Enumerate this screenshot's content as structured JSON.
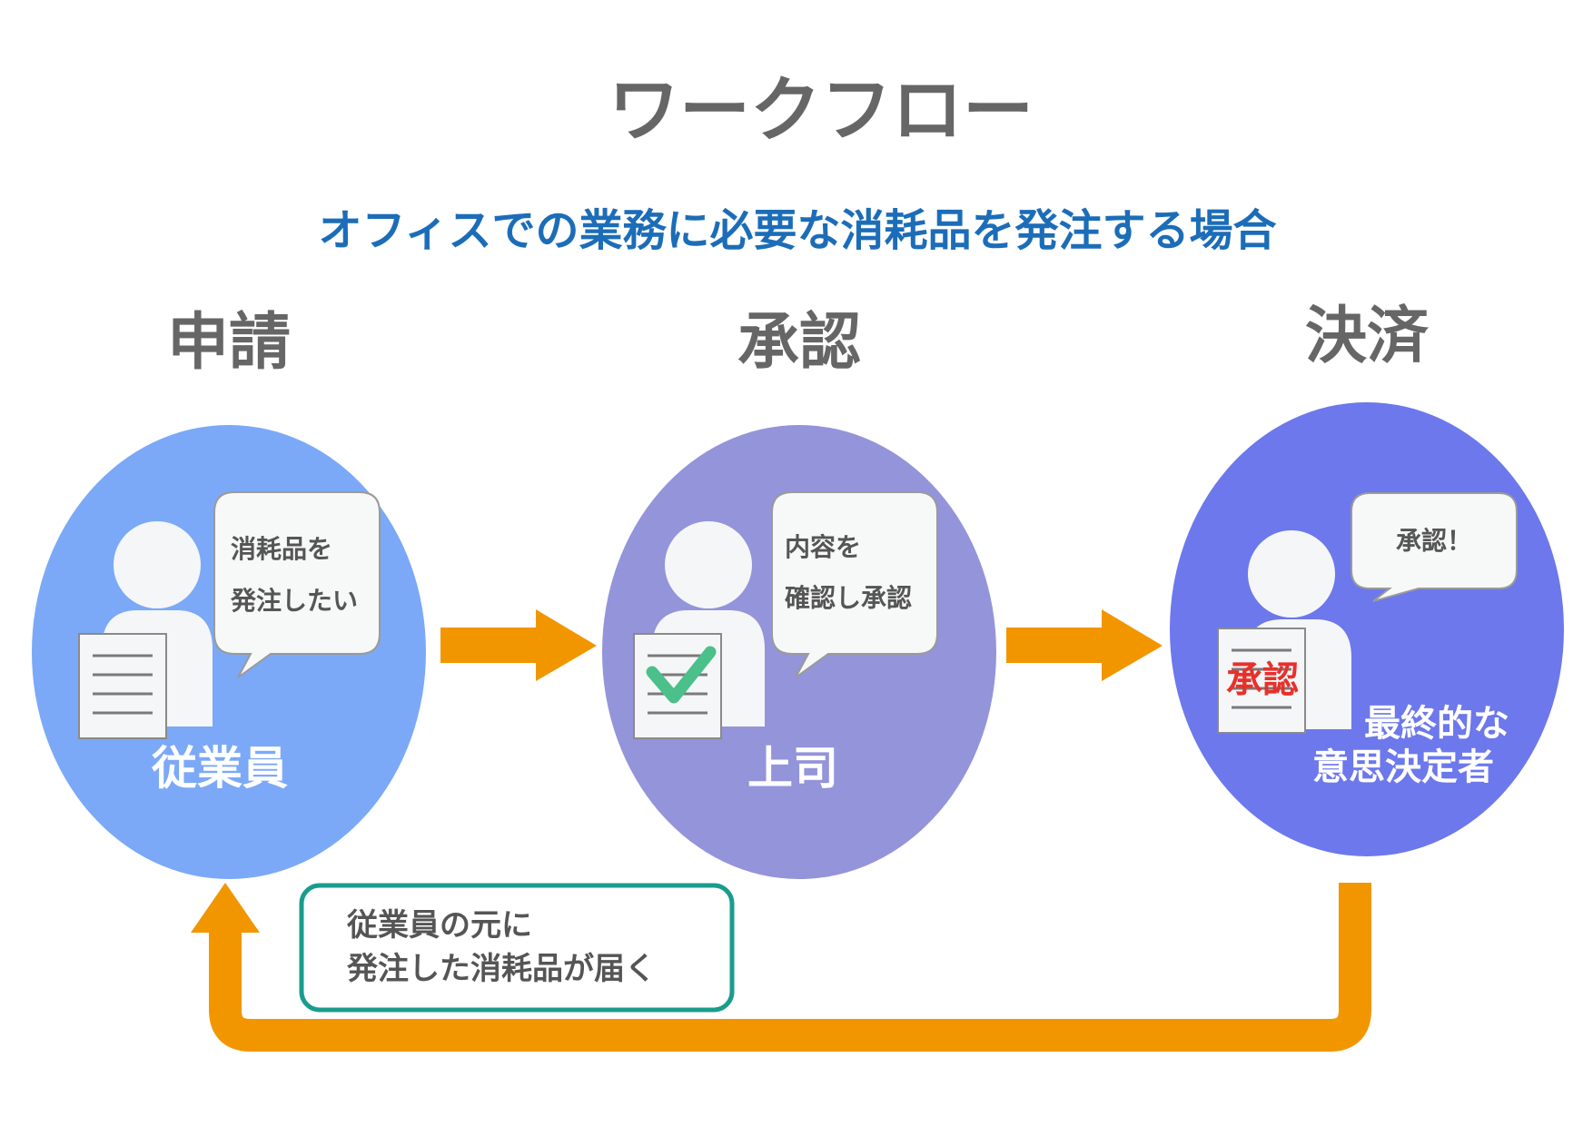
{
  "title": "ワークフロー",
  "subtitle": "オフィスでの業務に必要な消耗品を発注する場合",
  "stages": [
    {
      "heading": "申請",
      "role": "従業員",
      "bubble": [
        "消耗品を",
        "発注したい"
      ],
      "document": "blank-form",
      "color": "#7BA9F7"
    },
    {
      "heading": "承認",
      "role": "上司",
      "bubble": [
        "内容を",
        "確認し承認"
      ],
      "document": "checked-form",
      "color": "#9494DB"
    },
    {
      "heading": "決済",
      "role": [
        "最終的な",
        "意思決定者"
      ],
      "bubble": [
        "承認！"
      ],
      "document": "stamped-form",
      "stamp": "承認",
      "color": "#6C78EB"
    }
  ],
  "return_note": [
    "従業員の元に",
    "発注した消耗品が届く"
  ],
  "colors": {
    "title": "#666666",
    "subtitle": "#1C6DB8",
    "heading": "#666666",
    "arrow": "#F29600",
    "note_border": "#1A9C8C",
    "check": "#4CC08A",
    "stamp": "#E8302A",
    "person": "#F5F6F7"
  }
}
